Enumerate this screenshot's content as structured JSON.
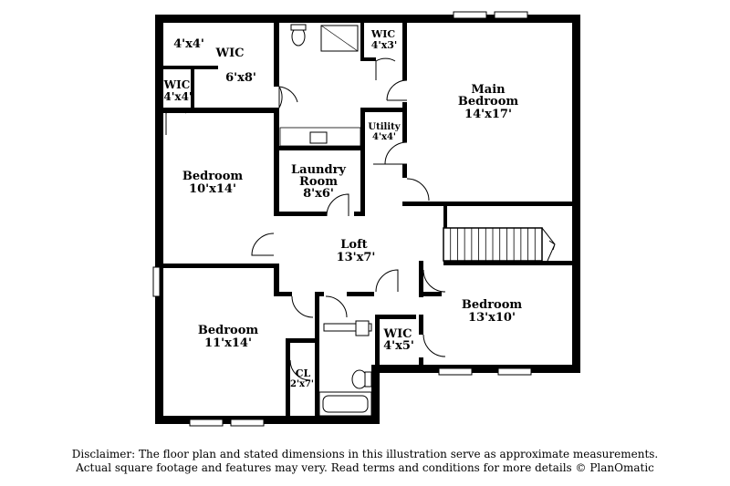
{
  "rooms": {
    "closet_4x4": {
      "dim": "4'x4'"
    },
    "wic_6x8": {
      "name": "WIC",
      "dim": "6'x8'"
    },
    "wic_4x4": {
      "name": "WIC",
      "dim": "4'x4'"
    },
    "wic_4x3": {
      "name": "WIC",
      "dim": "4'x3'"
    },
    "main_bedroom": {
      "name_line1": "Main",
      "name_line2": "Bedroom",
      "dim": "14'x17'"
    },
    "utility": {
      "name": "Utility",
      "dim": "4'x4'"
    },
    "bedroom_10x14": {
      "name": "Bedroom",
      "dim": "10'x14'"
    },
    "laundry": {
      "name_line1": "Laundry",
      "name_line2": "Room",
      "dim": "8'x6'"
    },
    "loft": {
      "name": "Loft",
      "dim": "13'x7'"
    },
    "bedroom_13x10": {
      "name": "Bedroom",
      "dim": "13'x10'"
    },
    "bedroom_11x14": {
      "name": "Bedroom",
      "dim": "11'x14'"
    },
    "wic_4x5": {
      "name": "WIC",
      "dim": "4'x5'"
    },
    "closet_cl": {
      "name": "CL",
      "dim": "2'x7'"
    }
  },
  "disclaimer": {
    "line1": "Disclaimer: The floor plan and stated dimensions in this illustration serve as approximate measurements.",
    "line2": "Actual square footage and features may very. Read terms and conditions for more details © PlanOmatic"
  }
}
